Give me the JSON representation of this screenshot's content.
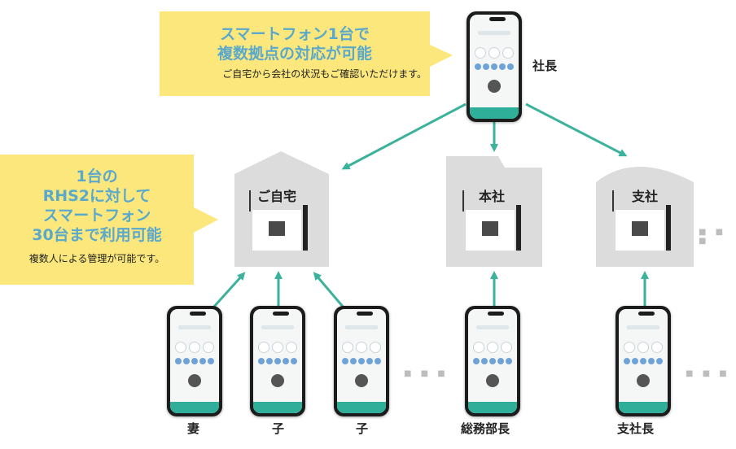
{
  "top_callout": {
    "line1": "スマートフォン1台で",
    "line2": "複数拠点の対応が可能",
    "sub": "ご自宅から会社の状況もご確認いただけます。"
  },
  "left_callout": {
    "line1": "1台の",
    "line2": "RHS2に対して",
    "line3": "スマートフォン",
    "line4": "30台まで利用可能",
    "sub": "複数人による管理が可能です。"
  },
  "buildings": [
    {
      "title": "ご自宅"
    },
    {
      "title": "本社"
    },
    {
      "title": "支社"
    }
  ],
  "people": {
    "top": "社長",
    "bottom": [
      "妻",
      "子",
      "子",
      "総務部長",
      "支社長"
    ]
  },
  "ellipsis": "■ ■ ■",
  "colors": {
    "callout_bg": "#fbe77c",
    "accent_text": "#5aa9cc",
    "arrow": "#3bb29c",
    "building": "#dcdcdc"
  }
}
